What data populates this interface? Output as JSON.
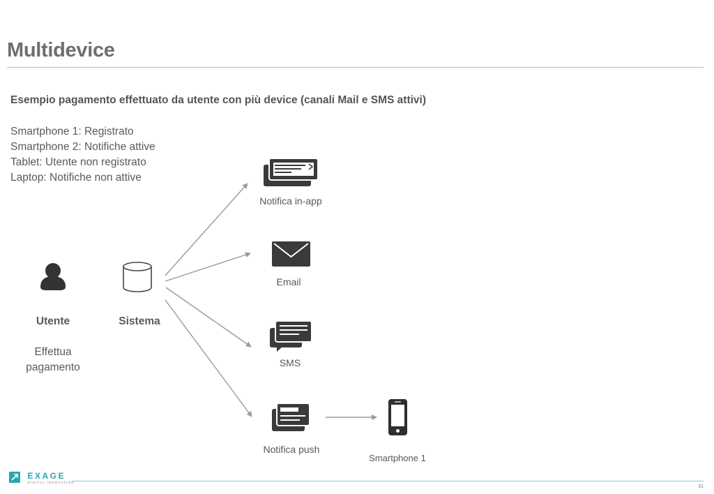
{
  "header": {
    "title": "Multidevice"
  },
  "intro": {
    "subtitle": "Esempio pagamento effettuato da utente con più device (canali Mail e SMS attivi)",
    "devices": [
      "Smartphone 1: Registrato",
      "Smartphone 2: Notifiche attive",
      "Tablet: Utente non registrato",
      "Laptop: Notifiche non attive"
    ]
  },
  "diagram": {
    "user": {
      "icon": "user-icon",
      "label": "Utente",
      "action_line1": "Effettua",
      "action_line2": "pagamento"
    },
    "system": {
      "icon": "database-icon",
      "label": "Sistema"
    },
    "channels": [
      {
        "icon": "in-app-notification-icon",
        "label": "Notifica in-app"
      },
      {
        "icon": "email-icon",
        "label": "Email"
      },
      {
        "icon": "sms-icon",
        "label": "SMS"
      },
      {
        "icon": "push-notification-icon",
        "label": "Notifica push"
      }
    ],
    "target": {
      "icon": "smartphone-icon",
      "label": "Smartphone 1"
    }
  },
  "footer": {
    "logo_name": "EXAGE",
    "logo_tagline": "DIGITAL INNOVATION",
    "page_number": "31",
    "accent_color": "#2aa6b0",
    "rule_color": "#8ec9cf"
  }
}
